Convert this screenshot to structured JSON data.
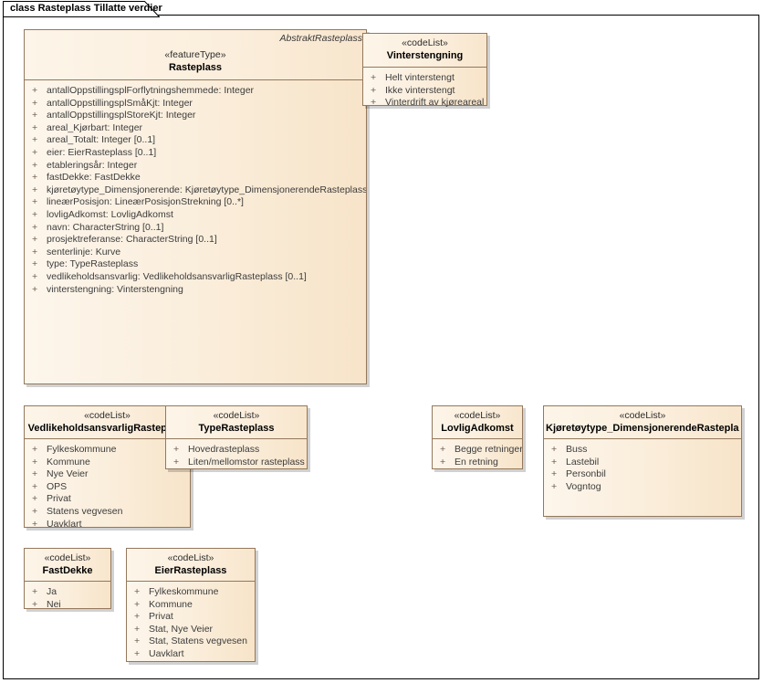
{
  "diagram": {
    "tab_label": "class Rasteplass Tillatte verdier",
    "colors": {
      "box_border": "#94785c",
      "box_fill_light": "#fdf6ec",
      "box_fill_dark": "#f7e4c9",
      "text": "#3c3c3c",
      "frame_border": "#000000"
    }
  },
  "classes": {
    "rasteplass": {
      "stereotype": "«featureType»",
      "name": "Rasteplass",
      "abstract_tag": "AbstraktRasteplass",
      "attributes": [
        {
          "vis": "+",
          "text": "antallOppstillingsplForflytningshemmede: Integer"
        },
        {
          "vis": "+",
          "text": "antallOppstillingsplSmåKjt: Integer"
        },
        {
          "vis": "+",
          "text": "antallOppstillingsplStoreKjt: Integer"
        },
        {
          "vis": "+",
          "text": "areal_Kjørbart: Integer"
        },
        {
          "vis": "+",
          "text": "areal_Totalt: Integer [0..1]"
        },
        {
          "vis": "+",
          "text": "eier: EierRasteplass [0..1]"
        },
        {
          "vis": "+",
          "text": "etableringsår: Integer"
        },
        {
          "vis": "+",
          "text": "fastDekke: FastDekke"
        },
        {
          "vis": "+",
          "text": "kjøretøytype_Dimensjonerende: Kjøretøytype_DimensjonerendeRasteplass"
        },
        {
          "vis": "+",
          "text": "lineærPosisjon: LineærPosisjonStrekning [0..*]"
        },
        {
          "vis": "+",
          "text": "lovligAdkomst: LovligAdkomst"
        },
        {
          "vis": "+",
          "text": "navn: CharacterString [0..1]"
        },
        {
          "vis": "+",
          "text": "prosjektreferanse: CharacterString [0..1]"
        },
        {
          "vis": "+",
          "text": "senterlinje: Kurve"
        },
        {
          "vis": "+",
          "text": "type: TypeRasteplass"
        },
        {
          "vis": "+",
          "text": "vedlikeholdsansvarlig: VedlikeholdsansvarligRasteplass [0..1]"
        },
        {
          "vis": "+",
          "text": "vinterstengning: Vinterstengning"
        }
      ]
    },
    "vinterstengning": {
      "stereotype": "«codeList»",
      "name": "Vinterstengning",
      "attributes": [
        {
          "vis": "+",
          "text": "Helt vinterstengt"
        },
        {
          "vis": "+",
          "text": "Ikke vinterstengt"
        },
        {
          "vis": "+",
          "text": "Vinterdrift av kjøreareal"
        }
      ]
    },
    "vedlikeholdsansvarlig_rasteplass": {
      "stereotype": "«codeList»",
      "name": "VedlikeholdsansvarligRasteplass",
      "attributes": [
        {
          "vis": "+",
          "text": "Fylkeskommune"
        },
        {
          "vis": "+",
          "text": "Kommune"
        },
        {
          "vis": "+",
          "text": "Nye Veier"
        },
        {
          "vis": "+",
          "text": "OPS"
        },
        {
          "vis": "+",
          "text": "Privat"
        },
        {
          "vis": "+",
          "text": "Statens vegvesen"
        },
        {
          "vis": "+",
          "text": "Uavklart"
        }
      ]
    },
    "type_rasteplass": {
      "stereotype": "«codeList»",
      "name": "TypeRasteplass",
      "attributes": [
        {
          "vis": "+",
          "text": "Hovedrasteplass"
        },
        {
          "vis": "+",
          "text": "Liten/mellomstor rasteplass"
        }
      ]
    },
    "lovlig_adkomst": {
      "stereotype": "«codeList»",
      "name": "LovligAdkomst",
      "attributes": [
        {
          "vis": "+",
          "text": "Begge retninger"
        },
        {
          "vis": "+",
          "text": "En retning"
        }
      ]
    },
    "kjoretoytype_dimensjonerende_rasteplass": {
      "stereotype": "«codeList»",
      "name": "Kjøretøytype_DimensjonerendeRasteplass",
      "attributes": [
        {
          "vis": "+",
          "text": "Buss"
        },
        {
          "vis": "+",
          "text": "Lastebil"
        },
        {
          "vis": "+",
          "text": "Personbil"
        },
        {
          "vis": "+",
          "text": "Vogntog"
        }
      ]
    },
    "fast_dekke": {
      "stereotype": "«codeList»",
      "name": "FastDekke",
      "attributes": [
        {
          "vis": "+",
          "text": "Ja"
        },
        {
          "vis": "+",
          "text": "Nei"
        }
      ]
    },
    "eier_rasteplass": {
      "stereotype": "«codeList»",
      "name": "EierRasteplass",
      "attributes": [
        {
          "vis": "+",
          "text": "Fylkeskommune"
        },
        {
          "vis": "+",
          "text": "Kommune"
        },
        {
          "vis": "+",
          "text": "Privat"
        },
        {
          "vis": "+",
          "text": "Stat, Nye Veier"
        },
        {
          "vis": "+",
          "text": "Stat, Statens vegvesen"
        },
        {
          "vis": "+",
          "text": "Uavklart"
        }
      ]
    }
  }
}
